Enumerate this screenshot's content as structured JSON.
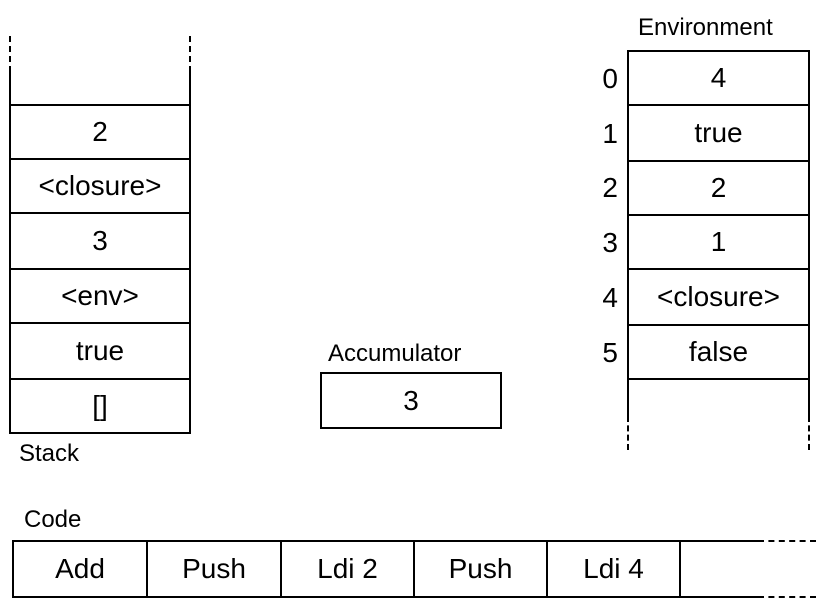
{
  "stack": {
    "label": "Stack",
    "cells": [
      "2",
      "<closure>",
      "3",
      "<env>",
      "true",
      "[]"
    ]
  },
  "accumulator": {
    "label": "Accumulator",
    "value": "3"
  },
  "environment": {
    "label": "Environment",
    "indices": [
      "0",
      "1",
      "2",
      "3",
      "4",
      "5"
    ],
    "cells": [
      "4",
      "true",
      "2",
      "1",
      "<closure>",
      "false"
    ]
  },
  "code": {
    "label": "Code",
    "cells": [
      "Add",
      "Push",
      "Ldi 2",
      "Push",
      "Ldi 4",
      ""
    ]
  }
}
